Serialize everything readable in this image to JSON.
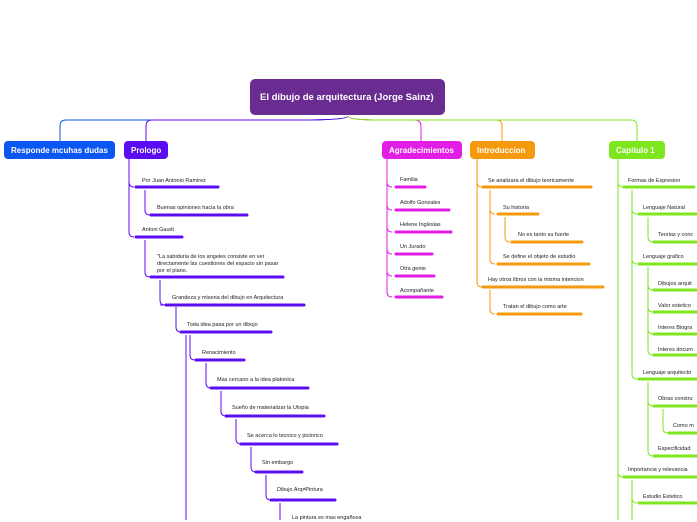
{
  "root": {
    "title": "El dibujo de arquitectura (Jorge Sainz)",
    "color": "#6a2c91"
  },
  "main_topics": {
    "responde": {
      "label": "Responde mcuhas dudas",
      "color": "#0a56f0"
    },
    "prologo": {
      "label": "Prologo",
      "color": "#5b0cf0"
    },
    "agradecimientos": {
      "label": "Agradecimientos",
      "color": "#e21ee6"
    },
    "introduccion": {
      "label": "Introduccion",
      "color": "#f59a0e"
    },
    "capitulo1": {
      "label": "Capitulo 1",
      "color": "#7ee61f"
    }
  },
  "prologo": {
    "por_juan": "Por Juan Antonio Ramirez",
    "buenas_opiniones": "Buenas opiniones hacia la obra",
    "antoni_gaudi": "Antoni Gaudi",
    "la_sabiduria": "\"La sabiduria de los angeles consiste en ver directamente las cuestiones del espacio sin pasar por el plano.",
    "grandeza": "Grandeza y miseria del dibujo en Arquitectura",
    "toda_idea": "Toda idea pasa por un dibujo",
    "renacimiento": "Renacimiento",
    "mas_cercano": "Mas cercano a la idea platonica",
    "sueno": "Sueño de materializar la Utopia",
    "se_acerca": "Se acerca lo tecnico y pictorico",
    "sin_embargo": "Sin embargo",
    "dibujo_arqpintura": "Dibujo Arq≠Pintura",
    "la_pintura": "La pintura es mas engañosa"
  },
  "agradecimientos": {
    "items": [
      "Familia",
      "Adolfo Gonzales",
      "Helene Inglesias",
      "Un Jurado",
      "Otra gente",
      "Acompañante"
    ]
  },
  "introduccion": {
    "se_analizara": "Se analizara el dibujo teoricamente",
    "su_historia": "Su historia",
    "no_es_tanto": "No es tanto su fuerte",
    "se_define": "Se define el objeto de estudio",
    "hay_otros": "Hay otros libros con la misma intencion",
    "tratan": "Tratan el dibujo como arte"
  },
  "capitulo1": {
    "formas_expresion": "Formas de Expresion",
    "lenguaje_natural": "Lenguaje Natural",
    "teorias": "Teorias y conc",
    "lenguaje_grafico": "Lenguaje grafico",
    "dibujos_arq": "Dibujos arquit",
    "valor_estetico": "Valor estetico",
    "interes_biogr": "Interes Biogra",
    "interes_docum": "Interes docum",
    "lenguaje_arq": "Lenguaje arquitecto",
    "obras_constr": "Obras constru",
    "como_m": "Como m",
    "especificidad": "Especificidad",
    "importancia": "Importancia y relevancia",
    "estudio_estetico": "Estudio Estetico"
  }
}
